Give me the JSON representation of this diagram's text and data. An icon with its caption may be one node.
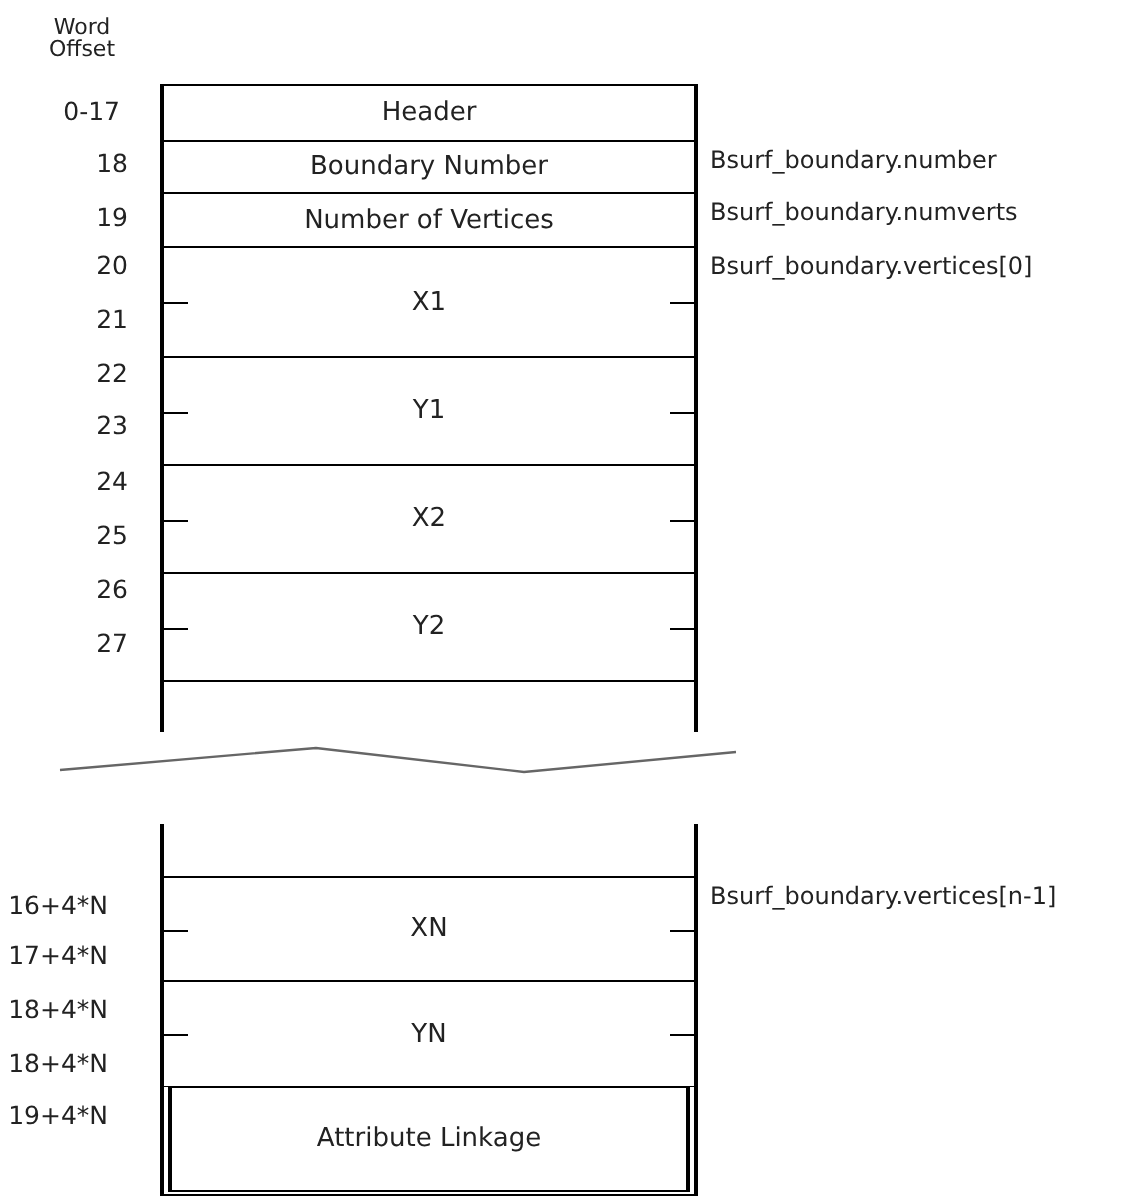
{
  "diagram": {
    "nodes": [
      {
        "text": [
          "Header"
        ]
      },
      {
        "text": [
          "Boundary Number"
        ],
        "beside": [
          "Bsurf_boundary.number"
        ]
      },
      {
        "text": [
          "Number of Vertices"
        ],
        "beside": [
          "Bsurf_boundary.numverts"
        ]
      },
      {
        "text": [
          "X1"
        ],
        "beside": [
          "Bsurf_boundary.vertices[0]"
        ]
      },
      {
        "text": [
          "Y1"
        ]
      },
      {
        "text": [
          "X2"
        ]
      },
      {
        "text": [
          "Y2"
        ]
      },
      {
        "text": [],
        "shape": "box"
      },
      {
        "text": [],
        "shape": "box"
      },
      {
        "text": [
          "XN"
        ],
        "beside": [
          "Bsurf_boundary.vertices[n-1]"
        ]
      },
      {
        "text": [
          "YN"
        ]
      },
      {
        "text": [
          "Attribute Linkage"
        ]
      }
    ],
    "labels": [
      "Word Offset",
      "0-17",
      "18",
      "19",
      "20",
      "21",
      "22",
      "23",
      "24",
      "25",
      "26",
      "27",
      "16+4*N",
      "17+4*N",
      "18+4*N",
      "18+4*N",
      "19+4*N"
    ]
  }
}
